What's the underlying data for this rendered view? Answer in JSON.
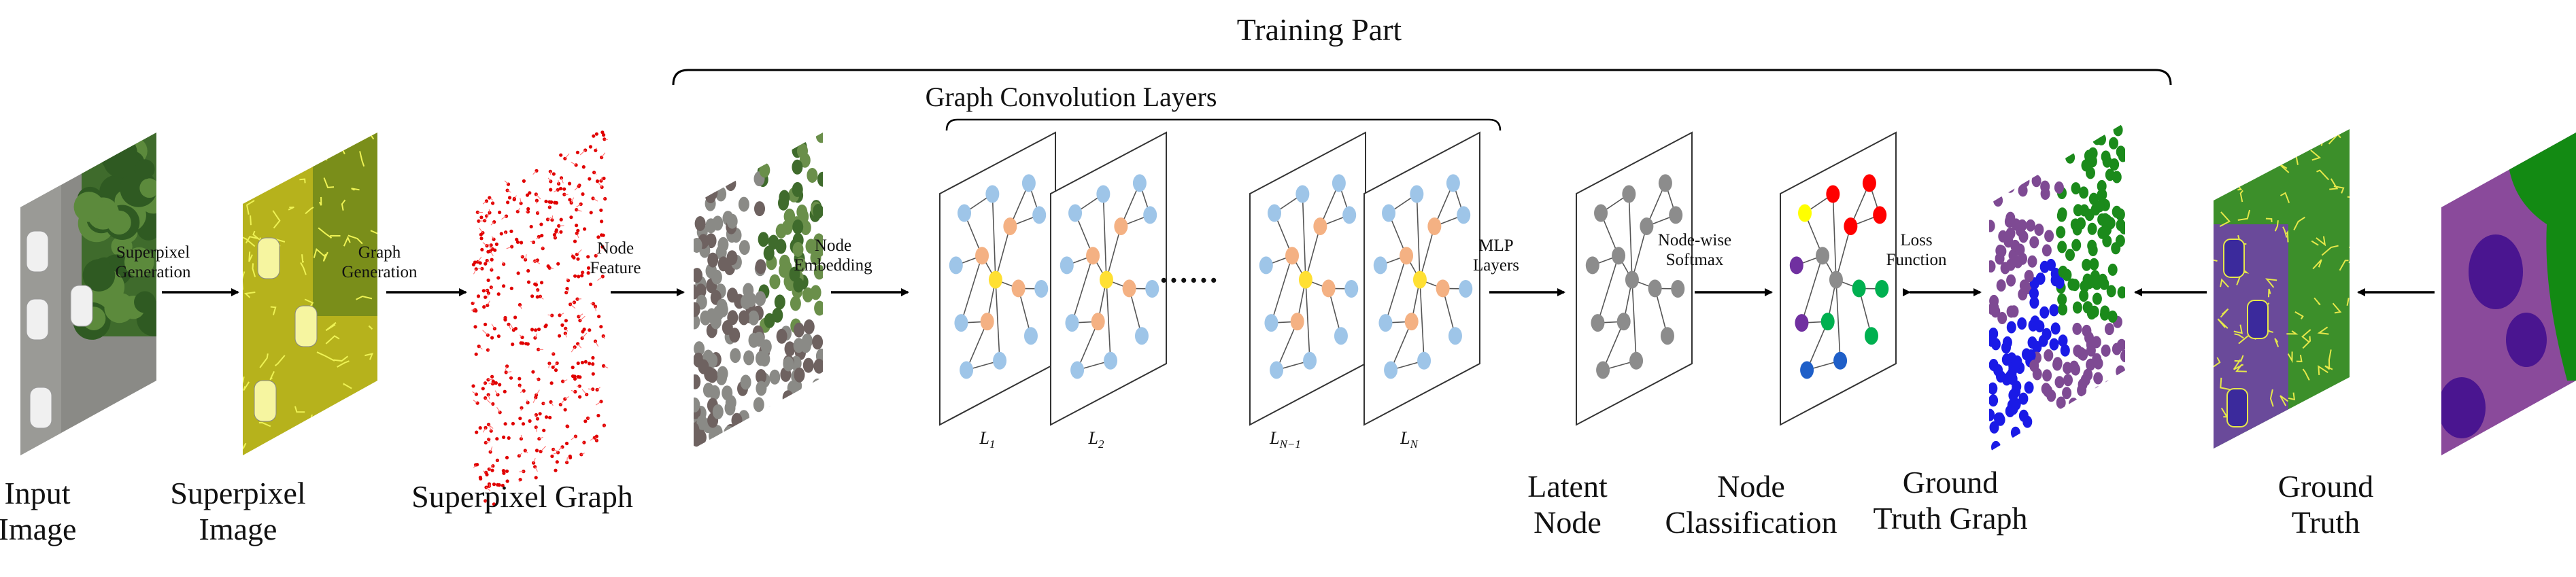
{
  "title": "Training Part",
  "gcn_group_label": "Graph Convolution Layers",
  "layer_ellipsis": "······",
  "stages": {
    "input": [
      "Input",
      "Image"
    ],
    "superpixel": [
      "Superpixel",
      "Image"
    ],
    "graph": "Superpixel Graph",
    "latent": [
      "Latent",
      "Node"
    ],
    "classification": [
      "Node",
      "Classification"
    ],
    "gt_graph": [
      "Ground",
      "Truth Graph"
    ],
    "gt": [
      "Ground",
      "Truth"
    ]
  },
  "arrows": {
    "superpixel_generation": [
      "Superpixel",
      "Generation"
    ],
    "graph_generation": [
      "Graph",
      "Generation"
    ],
    "node_feature": [
      "Node",
      "Feature"
    ],
    "node_embedding": [
      "Node",
      "Embedding"
    ],
    "mlp_layers": [
      "MLP",
      "Layers"
    ],
    "node_wise_softmax": [
      "Node-wise",
      "Softmax"
    ],
    "loss_function": [
      "Loss",
      "Function"
    ]
  },
  "layers": [
    "L1",
    "L2",
    "LN-1",
    "LN"
  ],
  "layer_display": [
    {
      "base": "L",
      "sub": "1"
    },
    {
      "base": "L",
      "sub": "2"
    },
    {
      "base": "L",
      "sub": "N−1"
    },
    {
      "base": "L",
      "sub": "N"
    }
  ],
  "colors": {
    "node_blue": "#9ec5e8",
    "node_orange": "#f4b183",
    "node_center": "#ffe033",
    "node_gray": "#8c8c8c",
    "class_red": "#ff0000",
    "class_green": "#00b050",
    "class_blue": "#1f5fc8",
    "class_purple": "#7030a0",
    "class_yellow": "#ffff00",
    "gt_purple": "#7e4a93",
    "gt_green": "#1b8a1b",
    "gt_blue": "#1a1ae6"
  }
}
